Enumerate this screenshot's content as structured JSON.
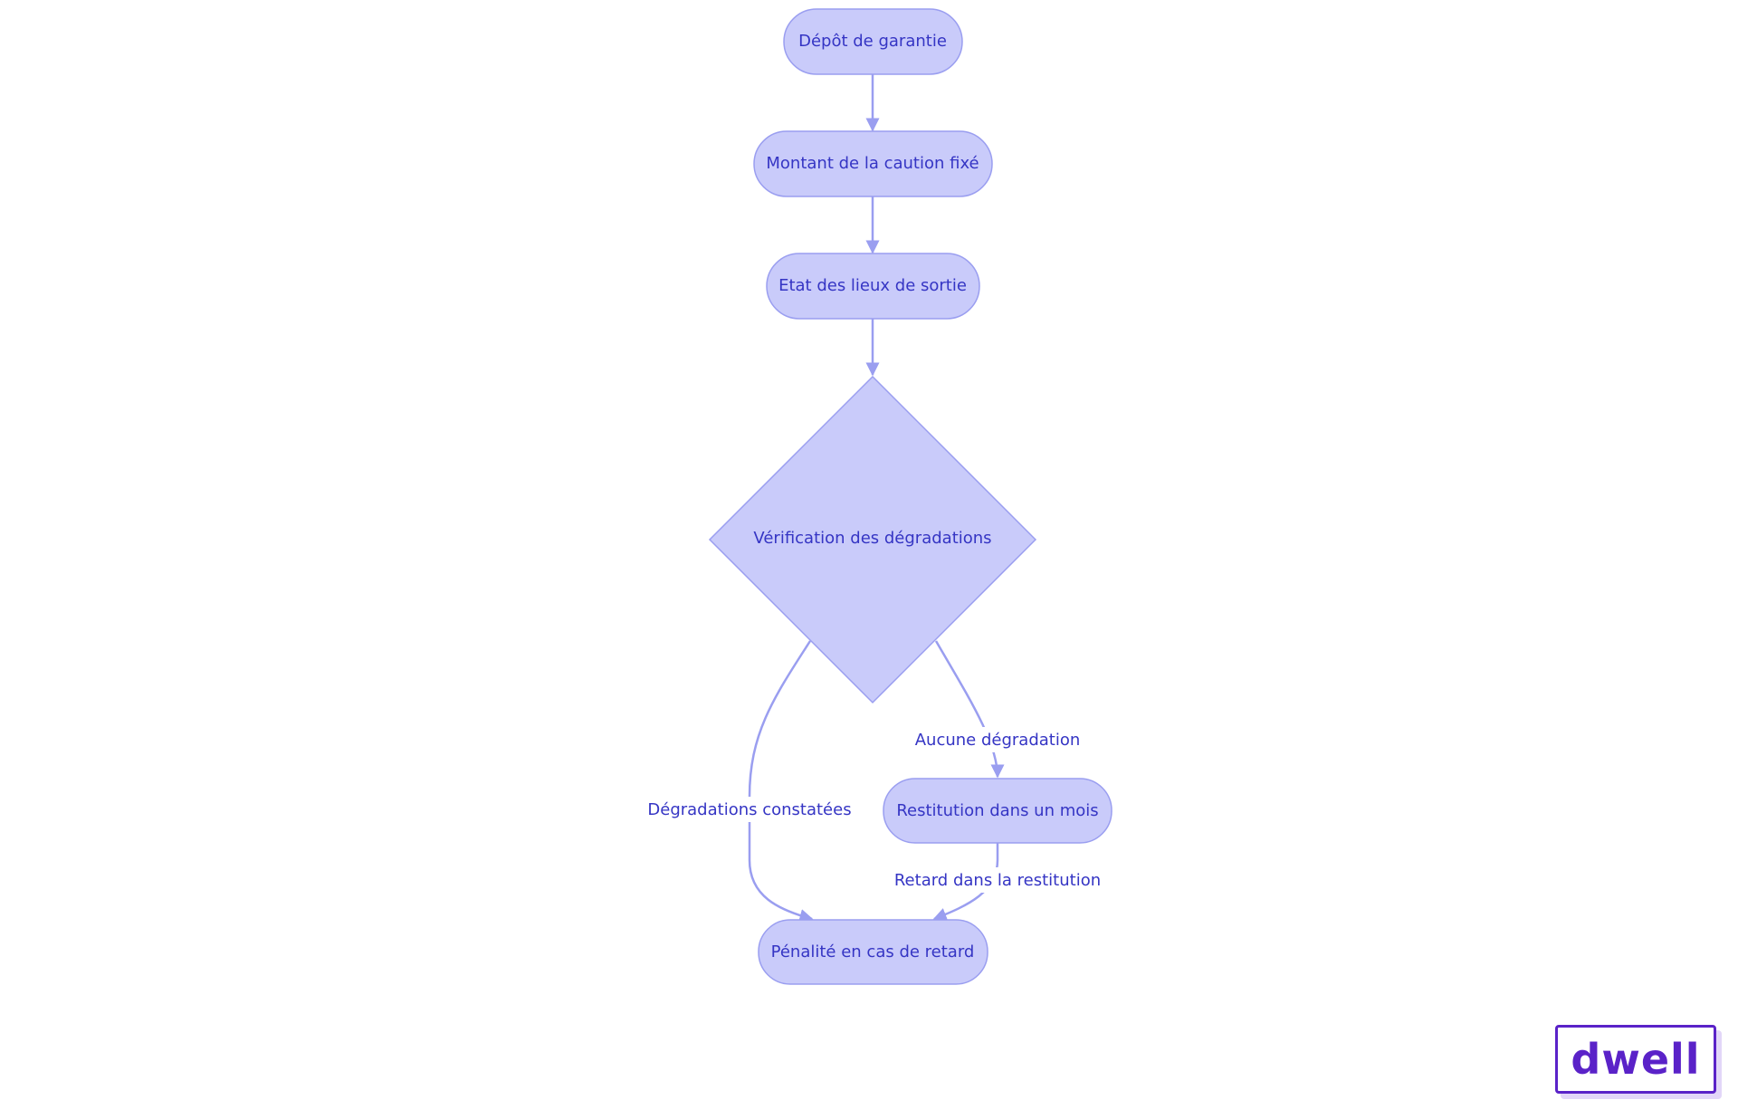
{
  "diagram": {
    "nodes": {
      "deposit": "Dépôt de garantie",
      "amount": "Montant de la caution fixé",
      "inventory": "Etat des lieux de sortie",
      "check": "Vérification des dégradations",
      "restitution": "Restitution dans un mois",
      "penalty": "Pénalité en cas de retard"
    },
    "edges": {
      "damages_found": "Dégradations constatées",
      "no_damage": "Aucune dégradation",
      "late_return": "Retard dans la restitution"
    },
    "colors": {
      "node_fill": "#c9cbfa",
      "node_stroke": "#9a9ef0",
      "edge": "#9a9ef0",
      "text": "#3535c4"
    }
  },
  "logo": {
    "text": "dwell",
    "color": "#5a22c8"
  }
}
